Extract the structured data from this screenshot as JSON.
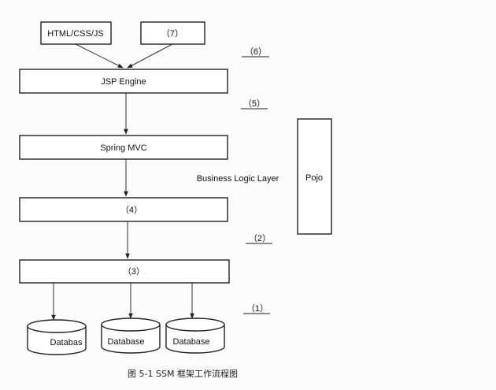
{
  "nodes": {
    "html_css_js": "HTML/CSS/JS",
    "box_7": "（7）",
    "jsp_engine": "JSP Engine",
    "spring_mvc": "Spring MVC",
    "box_4": "（4）",
    "box_3": "（3）",
    "pojo": "Pojo",
    "db1": "Databas",
    "db2": "Database",
    "db3": "Database"
  },
  "side_labels": {
    "l6": "（6）",
    "l5": "（5）",
    "business_logic": "Business Logic Layer",
    "l2": "（2）",
    "l1": "（1）"
  },
  "caption": "图 5-1 SSM 框架工作流程图"
}
